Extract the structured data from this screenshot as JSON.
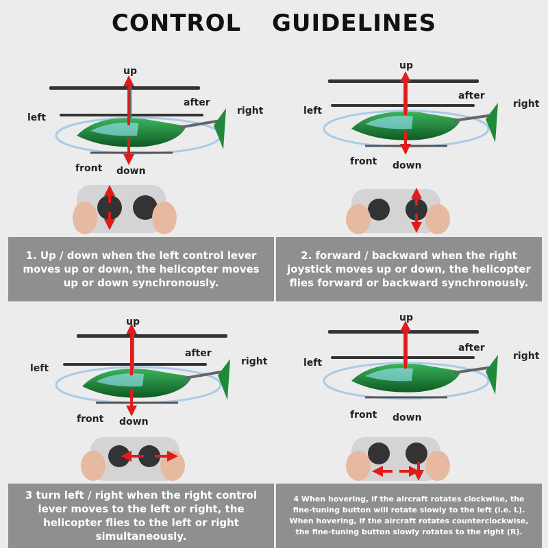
{
  "title": {
    "word1": "CONTROL",
    "word2": "GUIDELINES"
  },
  "labels": {
    "up": "up",
    "down": "down",
    "left": "left",
    "right": "right",
    "after": "after",
    "front": "front"
  },
  "panels": [
    {
      "caption": "1. Up / down when the left control lever moves up or down, the helicopter moves up or down synchronously."
    },
    {
      "caption": "2. forward / backward when the right joystick moves up or down, the helicopter flies forward or backward synchronously."
    },
    {
      "caption": "3 turn left / right when the right control lever moves to the left or right, the helicopter flies to the left or right simultaneously."
    },
    {
      "caption": "4 When hovering, if the aircraft rotates clockwise, the fine-tuning button will rotate slowly to the left (i.e. L). When hovering, if the aircraft rotates counterclockwise, the fine-tuning button slowly rotates to the right (R)."
    }
  ],
  "colors": {
    "arrow": "#e01b1b",
    "body": "#1f8a3a",
    "caption_bg": "#8f8f8f"
  }
}
